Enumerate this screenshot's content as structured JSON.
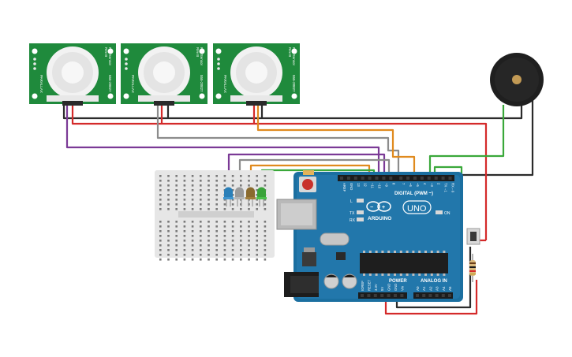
{
  "pir_sensors": [
    {
      "label": "PIR Sensor",
      "rev": "Rev B",
      "part": "555-28027",
      "brand": "PARALLAX"
    },
    {
      "label": "PIR Sensor",
      "rev": "Rev B",
      "part": "555-28027",
      "brand": "PARALLAX"
    },
    {
      "label": "PIR Sensor",
      "rev": "Rev B",
      "part": "555-28027",
      "brand": "PARALLAX"
    }
  ],
  "arduino": {
    "brand": "ARDUINO",
    "model": "UNO",
    "digital_label": "DIGITAL (PWM ~)",
    "power_label": "POWER",
    "analog_label": "ANALOG IN",
    "on_label": "ON",
    "l_label": "L",
    "tx_label": "TX",
    "rx_label": "RX",
    "top_pins": [
      "AREF",
      "GND",
      "13",
      "12",
      "~11",
      "~10",
      "~9",
      "8",
      "7",
      "~6",
      "~5",
      "4",
      "~3",
      "2",
      "TX→1",
      "RX←0"
    ],
    "power_pins": [
      "IOREF",
      "RESET",
      "3.3V",
      "5V",
      "GND",
      "GND",
      "Vin"
    ],
    "analog_pins": [
      "A0",
      "A1",
      "A2",
      "A3",
      "A4",
      "A5"
    ]
  },
  "leds": [
    {
      "color": "#2a7fb8",
      "lens": "#3f95cf"
    },
    {
      "color": "#9a9a9a",
      "lens": "#b5b5b5"
    },
    {
      "color": "#8a6a2e",
      "lens": "#a07d3a"
    },
    {
      "color": "#3aa33a",
      "lens": "#4cc14c"
    }
  ],
  "wire_colors": {
    "black": "#2b2b2b",
    "red": "#d42a2a",
    "purple": "#7b3a96",
    "gray": "#8c8c8c",
    "orange": "#e08a1e",
    "green": "#3aa83a"
  }
}
